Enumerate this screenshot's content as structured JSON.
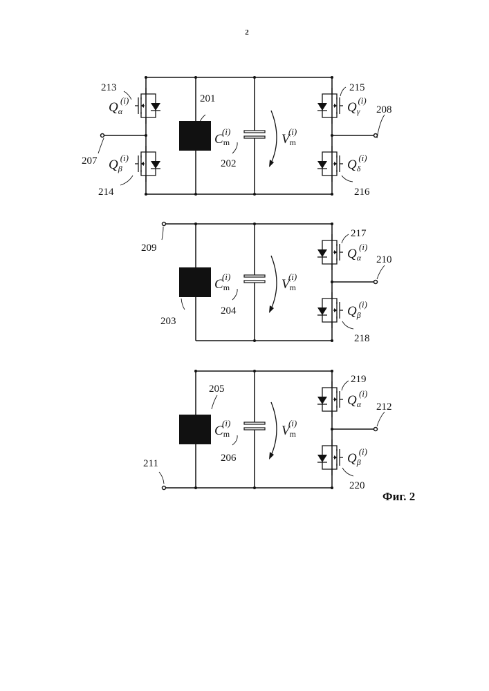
{
  "page_number": "2",
  "figure_caption": "Фиг. 2",
  "symbols": {
    "Q": "Q",
    "C": "C",
    "V": "V",
    "m": "m",
    "i": "(i)",
    "alpha": "α",
    "beta": "β",
    "gamma": "γ",
    "delta": "δ"
  },
  "circuits": [
    {
      "id": "full-bridge",
      "module_block": "201",
      "capacitor": "202",
      "left_terminal": "207",
      "right_terminal": "208",
      "switches": [
        {
          "ref": "213",
          "symbol": "α",
          "leg": "left",
          "position": "upper"
        },
        {
          "ref": "214",
          "symbol": "β",
          "leg": "left",
          "position": "lower"
        },
        {
          "ref": "215",
          "symbol": "γ",
          "leg": "right",
          "position": "upper"
        },
        {
          "ref": "216",
          "symbol": "δ",
          "leg": "right",
          "position": "lower"
        }
      ]
    },
    {
      "id": "half-bridge-top-terminal",
      "module_block": "203",
      "capacitor": "204",
      "left_terminal": "209",
      "right_terminal": "210",
      "switches": [
        {
          "ref": "217",
          "symbol": "α",
          "leg": "right",
          "position": "upper"
        },
        {
          "ref": "218",
          "symbol": "β",
          "leg": "right",
          "position": "lower"
        }
      ]
    },
    {
      "id": "half-bridge-bottom-terminal",
      "module_block": "205",
      "capacitor": "206",
      "left_terminal": "211",
      "right_terminal": "212",
      "switches": [
        {
          "ref": "219",
          "symbol": "α",
          "leg": "right",
          "position": "upper"
        },
        {
          "ref": "220",
          "symbol": "β",
          "leg": "right",
          "position": "lower"
        }
      ]
    }
  ]
}
